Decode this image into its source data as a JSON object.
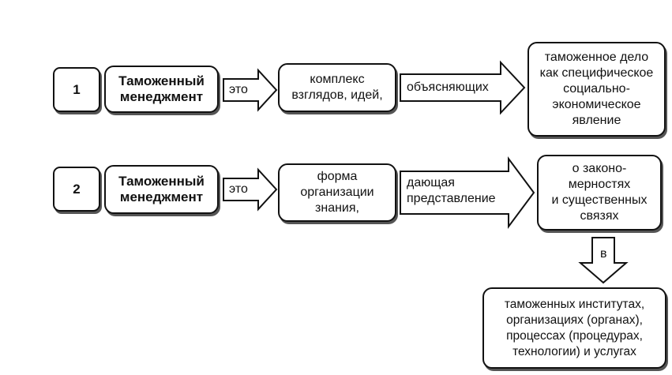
{
  "row1": {
    "number": "1",
    "subject": "Таможенный\nменеджмент",
    "arrow1_label": "это",
    "middle": "комплекс\nвзглядов, идей,",
    "arrow2_label": "объясняющих",
    "result": "таможенное  дело\nкак специфическое\nсоциально-\nэкономическое\nявление"
  },
  "row2": {
    "number": "2",
    "subject": "Таможенный\nменеджмент",
    "arrow1_label": "это",
    "middle": "форма\nорганизации\nзнания,",
    "arrow2_label": "дающая\nпредставление",
    "result": "о законо-\nмерностях\nи существенных\nсвязях",
    "down_label": "в",
    "bottom": "таможенных институтах,\nорганизациях (органах),\nпроцессах (процедурах,\nтехнологии) и услугах"
  }
}
